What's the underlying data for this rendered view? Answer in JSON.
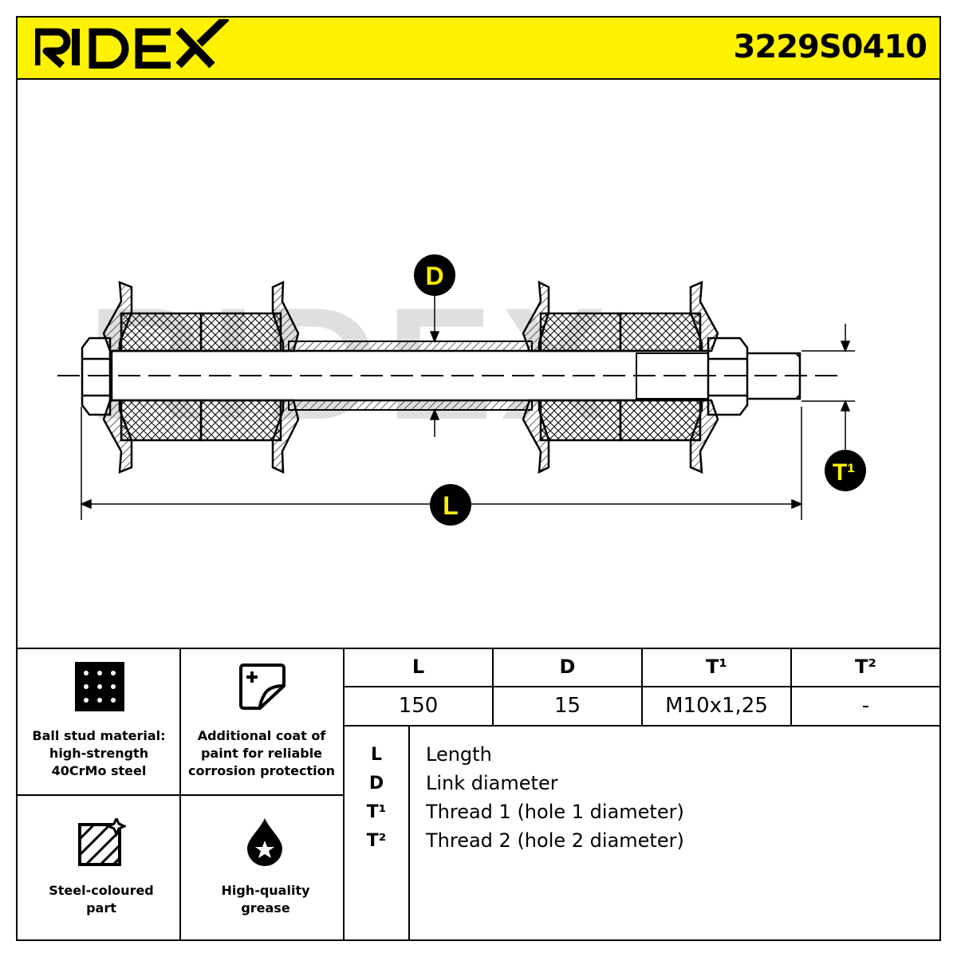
{
  "header": {
    "brand": "RIDEX",
    "part_number": "3229S0410",
    "accent_color": "#FFF200"
  },
  "diagram": {
    "watermark": "RIDEX",
    "labels": {
      "d": "D",
      "l": "L",
      "t1": "T¹"
    }
  },
  "features": [
    {
      "icon": "ball-stud-material-icon",
      "text": "Ball stud material: high-strength 40CrMo steel"
    },
    {
      "icon": "paint-coat-icon",
      "text": "Additional coat of paint for reliable corrosion protection"
    },
    {
      "icon": "steel-coloured-icon",
      "text": "Steel-coloured part"
    },
    {
      "icon": "grease-drop-icon",
      "text": "High-quality grease"
    }
  ],
  "spec_table": {
    "headers": [
      "L",
      "D",
      "T¹",
      "T²"
    ],
    "values": [
      "150",
      "15",
      "M10x1,25",
      "-"
    ]
  },
  "legend": [
    {
      "key": "L",
      "text": "Length"
    },
    {
      "key": "D",
      "text": "Link diameter"
    },
    {
      "key": "T¹",
      "text": "Thread 1 (hole 1 diameter)"
    },
    {
      "key": "T²",
      "text": "Thread 2 (hole 2 diameter)"
    }
  ]
}
